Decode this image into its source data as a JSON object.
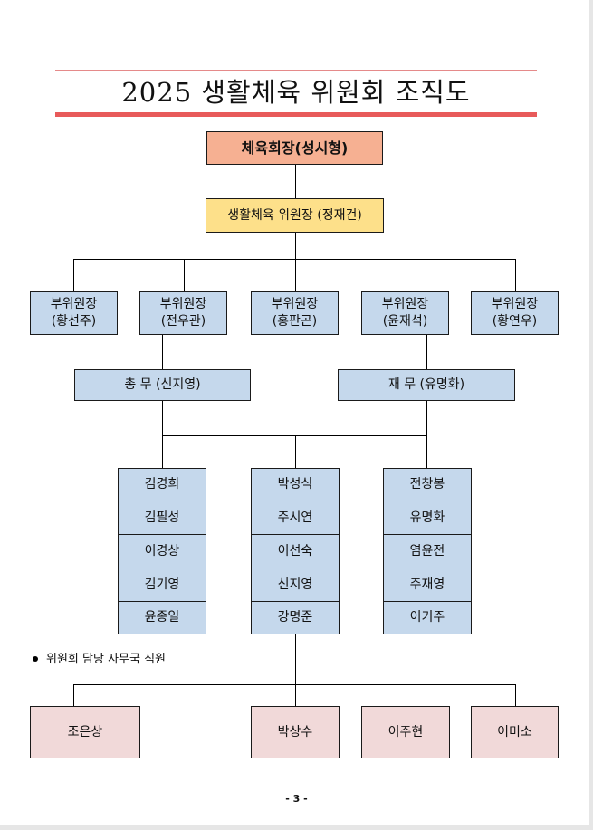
{
  "title": "2025 생활체육 위원회 조직도",
  "chair": "체육회장(성시형)",
  "committee_chair": "생활체육 위원장 (정재건)",
  "vice_chairs": [
    {
      "line1": "부위원장",
      "line2": "(황선주)"
    },
    {
      "line1": "부위원장",
      "line2": "(전우관)"
    },
    {
      "line1": "부위원장",
      "line2": "(홍판곤)"
    },
    {
      "line1": "부위원장",
      "line2": "(윤재석)"
    },
    {
      "line1": "부위원장",
      "line2": "(황연우)"
    }
  ],
  "general_affairs": "총 무 (신지영)",
  "treasurer": "재 무 (유명화)",
  "member_columns": [
    [
      "김경희",
      "김필성",
      "이경상",
      "김기영",
      "윤종일"
    ],
    [
      "박성식",
      "주시연",
      "이선숙",
      "신지영",
      "강명준"
    ],
    [
      "전창봉",
      "유명화",
      "염윤전",
      "주재영",
      "이기주"
    ]
  ],
  "staff_note": "위원회 담당 사무국 직원",
  "staff": [
    "조은상",
    "박상수",
    "이주현",
    "이미소"
  ],
  "page_number": "- 3 -",
  "colors": {
    "chair_fill": "#f6b092",
    "committee_chair_fill": "#fde08a",
    "member_fill": "#c5d8ec",
    "staff_fill": "#f1d9d9",
    "title_rule": "#e85a5a"
  }
}
